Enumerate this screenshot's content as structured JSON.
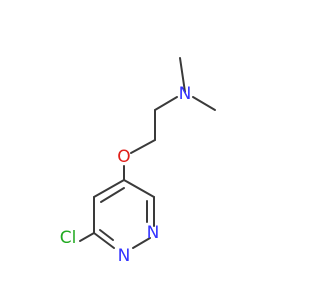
{
  "colors": {
    "bond": "#3a3a3a",
    "nitrogen": "#3333ff",
    "oxygen": "#e0201a",
    "chlorine": "#22aa22"
  },
  "atoms": {
    "n_amine": "N",
    "o_ether": "O",
    "n_ring_1": "N",
    "n_ring_2": "N",
    "cl": "Cl"
  }
}
